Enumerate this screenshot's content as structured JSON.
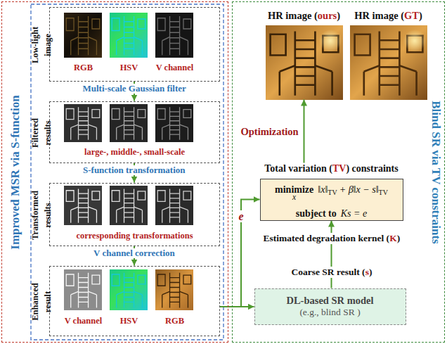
{
  "diagram": {
    "nodes": [
      {
        "text": [
          "Improved MSR via S-function"
        ]
      },
      {
        "text": [
          "Low-light image",
          "RGB",
          "HSV",
          "V channel"
        ],
        "in": 0
      },
      {
        "text": [
          "Filtered results",
          "large-, middle-, small-scale"
        ],
        "in": 0
      },
      {
        "text": [
          "Transformed results",
          "corresponding transformations"
        ],
        "in": 0
      },
      {
        "text": [
          "Enhanced result",
          "V channel",
          "HSV",
          "RGB"
        ],
        "in": 0
      },
      {
        "text": [
          "Blind SR via TV constraints"
        ]
      },
      {
        "text": [
          "HR image (ours)"
        ],
        "in": 5
      },
      {
        "text": [
          "HR image (GT)"
        ],
        "in": 5
      },
      {
        "text": [
          "Total variation (TV) constraints",
          "minimize",
          "x",
          "‖x‖",
          "TV",
          "+ β‖x − s‖",
          "TV",
          "subject to",
          "Ks = e"
        ],
        "in": 5
      },
      {
        "text": [
          "DL-based SR model",
          "(e.g., blind SR )"
        ],
        "in": 5
      }
    ],
    "edges": [
      {
        "from": 1,
        "to": 2,
        "arrow": "to",
        "label": "Multi-scale Gaussian filter"
      },
      {
        "from": 2,
        "to": 3,
        "arrow": "to",
        "label": "S-function transformation"
      },
      {
        "from": 3,
        "to": 4,
        "arrow": "to",
        "label": "V channel correction"
      },
      {
        "from": 4,
        "to": 9,
        "arrow": "to"
      },
      {
        "from": 4,
        "to": 8,
        "arrow": "to",
        "label": "e"
      },
      {
        "from": 9,
        "to": 8,
        "arrow": "to"
      },
      {
        "from": 8,
        "to": 6,
        "arrow": "to",
        "label": "Optimization"
      }
    ],
    "labels": [
      "Estimated degradation kernel (K)",
      "Coarse SR result (s)"
    ]
  }
}
